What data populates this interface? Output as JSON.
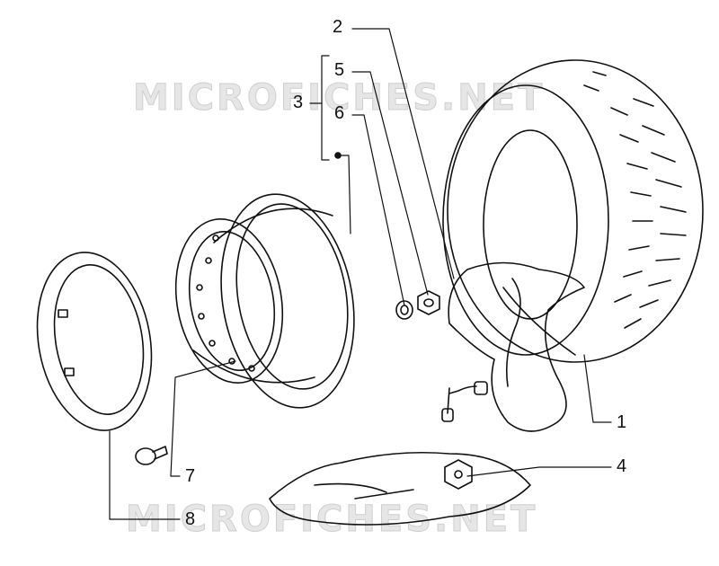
{
  "watermark": {
    "text_top": "MICROFICHES.NET",
    "text_bottom": "MICROFICHES.NET"
  },
  "callouts": [
    {
      "id": "1",
      "label": "1"
    },
    {
      "id": "2",
      "label": "2"
    },
    {
      "id": "3",
      "label": "3"
    },
    {
      "id": "4",
      "label": "4"
    },
    {
      "id": "5",
      "label": "5"
    },
    {
      "id": "6",
      "label": "6"
    },
    {
      "id": "7",
      "label": "7"
    },
    {
      "id": "8",
      "label": "8"
    }
  ],
  "parts": [
    {
      "callout": "1",
      "part": "tyre"
    },
    {
      "callout": "2",
      "part": "inner-tube"
    },
    {
      "callout": "3",
      "part": "rim-assembly"
    },
    {
      "callout": "4",
      "part": "tool-kit-bag"
    },
    {
      "callout": "5",
      "part": "nut"
    },
    {
      "callout": "6",
      "part": "washer"
    },
    {
      "callout": "7",
      "part": "bolt"
    },
    {
      "callout": "8",
      "part": "rim-half-ring"
    }
  ],
  "colors": {
    "line": "#111111",
    "background": "#ffffff",
    "watermark": "#e0e0e0"
  }
}
